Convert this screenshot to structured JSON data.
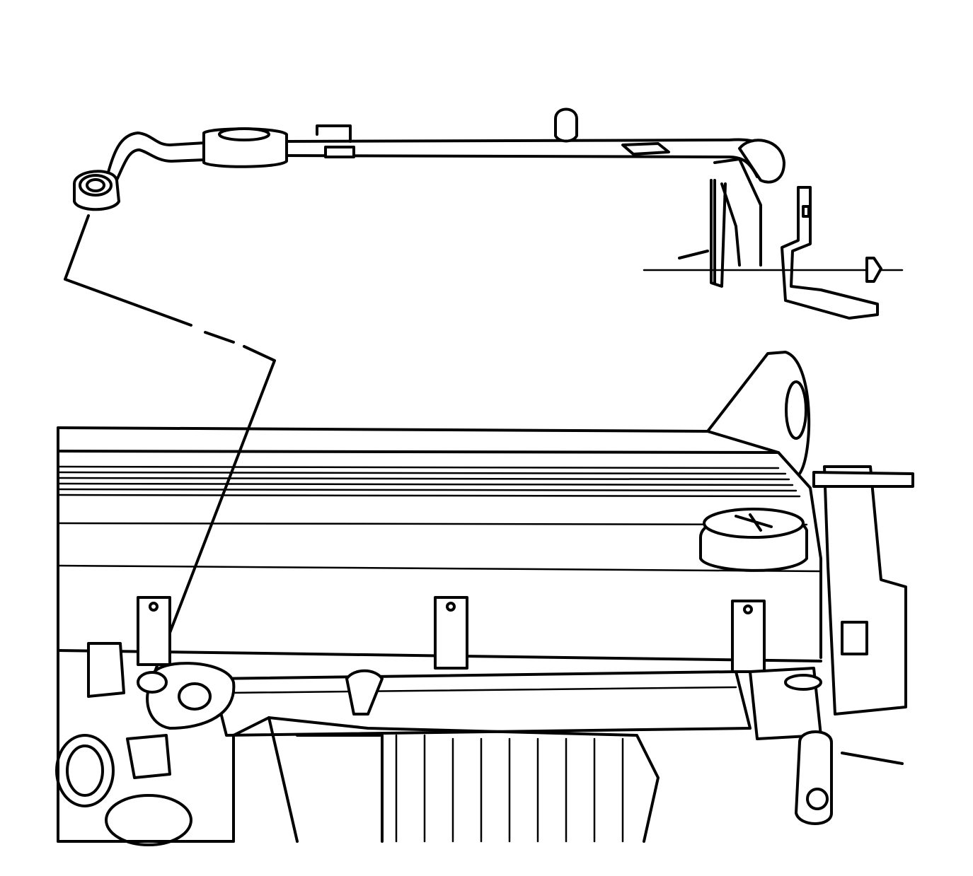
{
  "diagram": {
    "line_color": "#000000",
    "background": "#ffffff",
    "components": [
      "oil-level-indicator-tube",
      "tube-bracket",
      "bracket-nut",
      "tube-seal",
      "engine-camshaft-cover",
      "oil-fill-cap",
      "intake-manifold"
    ]
  }
}
